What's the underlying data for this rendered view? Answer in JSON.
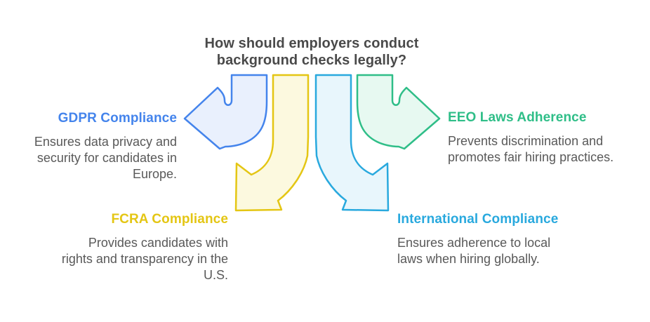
{
  "title": {
    "text": "How should employers conduct background checks legally?"
  },
  "theme": {
    "background": "#ffffff",
    "title_color": "#4a4a4a",
    "body_color": "#595959",
    "blue": "#4484ec",
    "blue_fill": "#e9f0fd",
    "yellow": "#e4c614",
    "yellow_fill": "#fcf9df",
    "cyan": "#29a9de",
    "cyan_fill": "#e8f6fc",
    "green": "#2fbe88",
    "green_fill": "#e7f9f1"
  },
  "items": [
    {
      "id": "gdpr",
      "label": "GDPR Compliance",
      "description": "Ensures data privacy and security for candidates in Europe.",
      "color": "#4484ec",
      "icon": "curved-arrow-left-icon",
      "arrow_direction": "left"
    },
    {
      "id": "fcra",
      "label": "FCRA Compliance",
      "description": "Provides candidates with rights and transparency in the U.S.",
      "color": "#e4c614",
      "icon": "curved-arrow-down-left-icon",
      "arrow_direction": "down-left"
    },
    {
      "id": "international",
      "label": "International Compliance",
      "description": "Ensures adherence to local laws when hiring globally.",
      "color": "#29a9de",
      "icon": "curved-arrow-down-right-icon",
      "arrow_direction": "down-right"
    },
    {
      "id": "eeo",
      "label": "EEO Laws Adherence",
      "description": "Prevents discrimination and promotes fair hiring practices.",
      "color": "#2fbe88",
      "icon": "curved-arrow-right-icon",
      "arrow_direction": "right"
    }
  ]
}
